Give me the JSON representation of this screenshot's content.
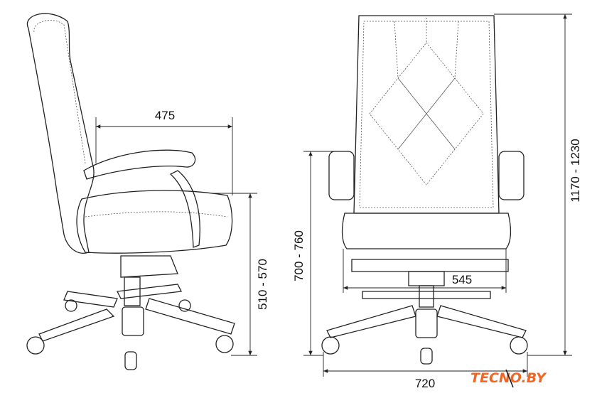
{
  "dimensions": {
    "seat_depth": "475",
    "seat_height": "510 - 570",
    "armrest_height": "700 - 760",
    "total_height": "1170 - 1230",
    "seat_width": "545",
    "base_width": "720"
  },
  "logo": {
    "text": "TECNO.BY",
    "color": "#f26522"
  }
}
